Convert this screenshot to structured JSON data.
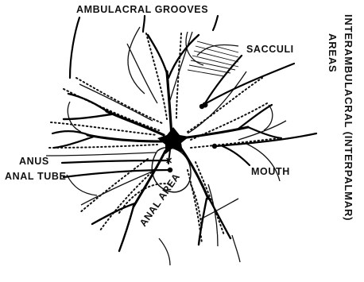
{
  "labels": {
    "ambulacral_grooves": "AMBULACRAL GROOVES",
    "sacculi": "SACCULI",
    "interambulacral_areas_line1": "INTERAMBULACRAL (INTERPALMAR)",
    "interambulacral_areas_line2": "AREAS",
    "anus": "ANUS",
    "anal_tube": "ANAL TUBE",
    "mouth": "MOUTH",
    "anal_area": "ANAL AREA"
  }
}
